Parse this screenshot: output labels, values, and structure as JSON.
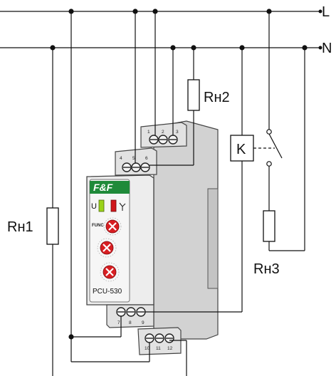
{
  "lines": {
    "live": "L",
    "neutral": "N"
  },
  "loads": {
    "rh1": "Rн1",
    "rh2": "Rн2",
    "rh3": "Rн3"
  },
  "contactor": {
    "label": "K"
  },
  "device": {
    "brand": "F&F",
    "model": "PCU-530",
    "indicator_u": "U",
    "func_label": "FUNC",
    "colors": {
      "body": "#e6e6e6",
      "panel": "#f3f3f3",
      "brand_bg": "#1f8a3a",
      "led_green": "#9bd31a",
      "led_red": "#d0161b",
      "knob": "#d81e22"
    },
    "terminals_top_upper": [
      "1",
      "2",
      "3"
    ],
    "terminals_top_lower": [
      "4",
      "5",
      "6"
    ],
    "terminals_bottom_upper": [
      "7",
      "8",
      "9"
    ],
    "terminals_bottom_lower": [
      "10",
      "11",
      "12"
    ]
  }
}
